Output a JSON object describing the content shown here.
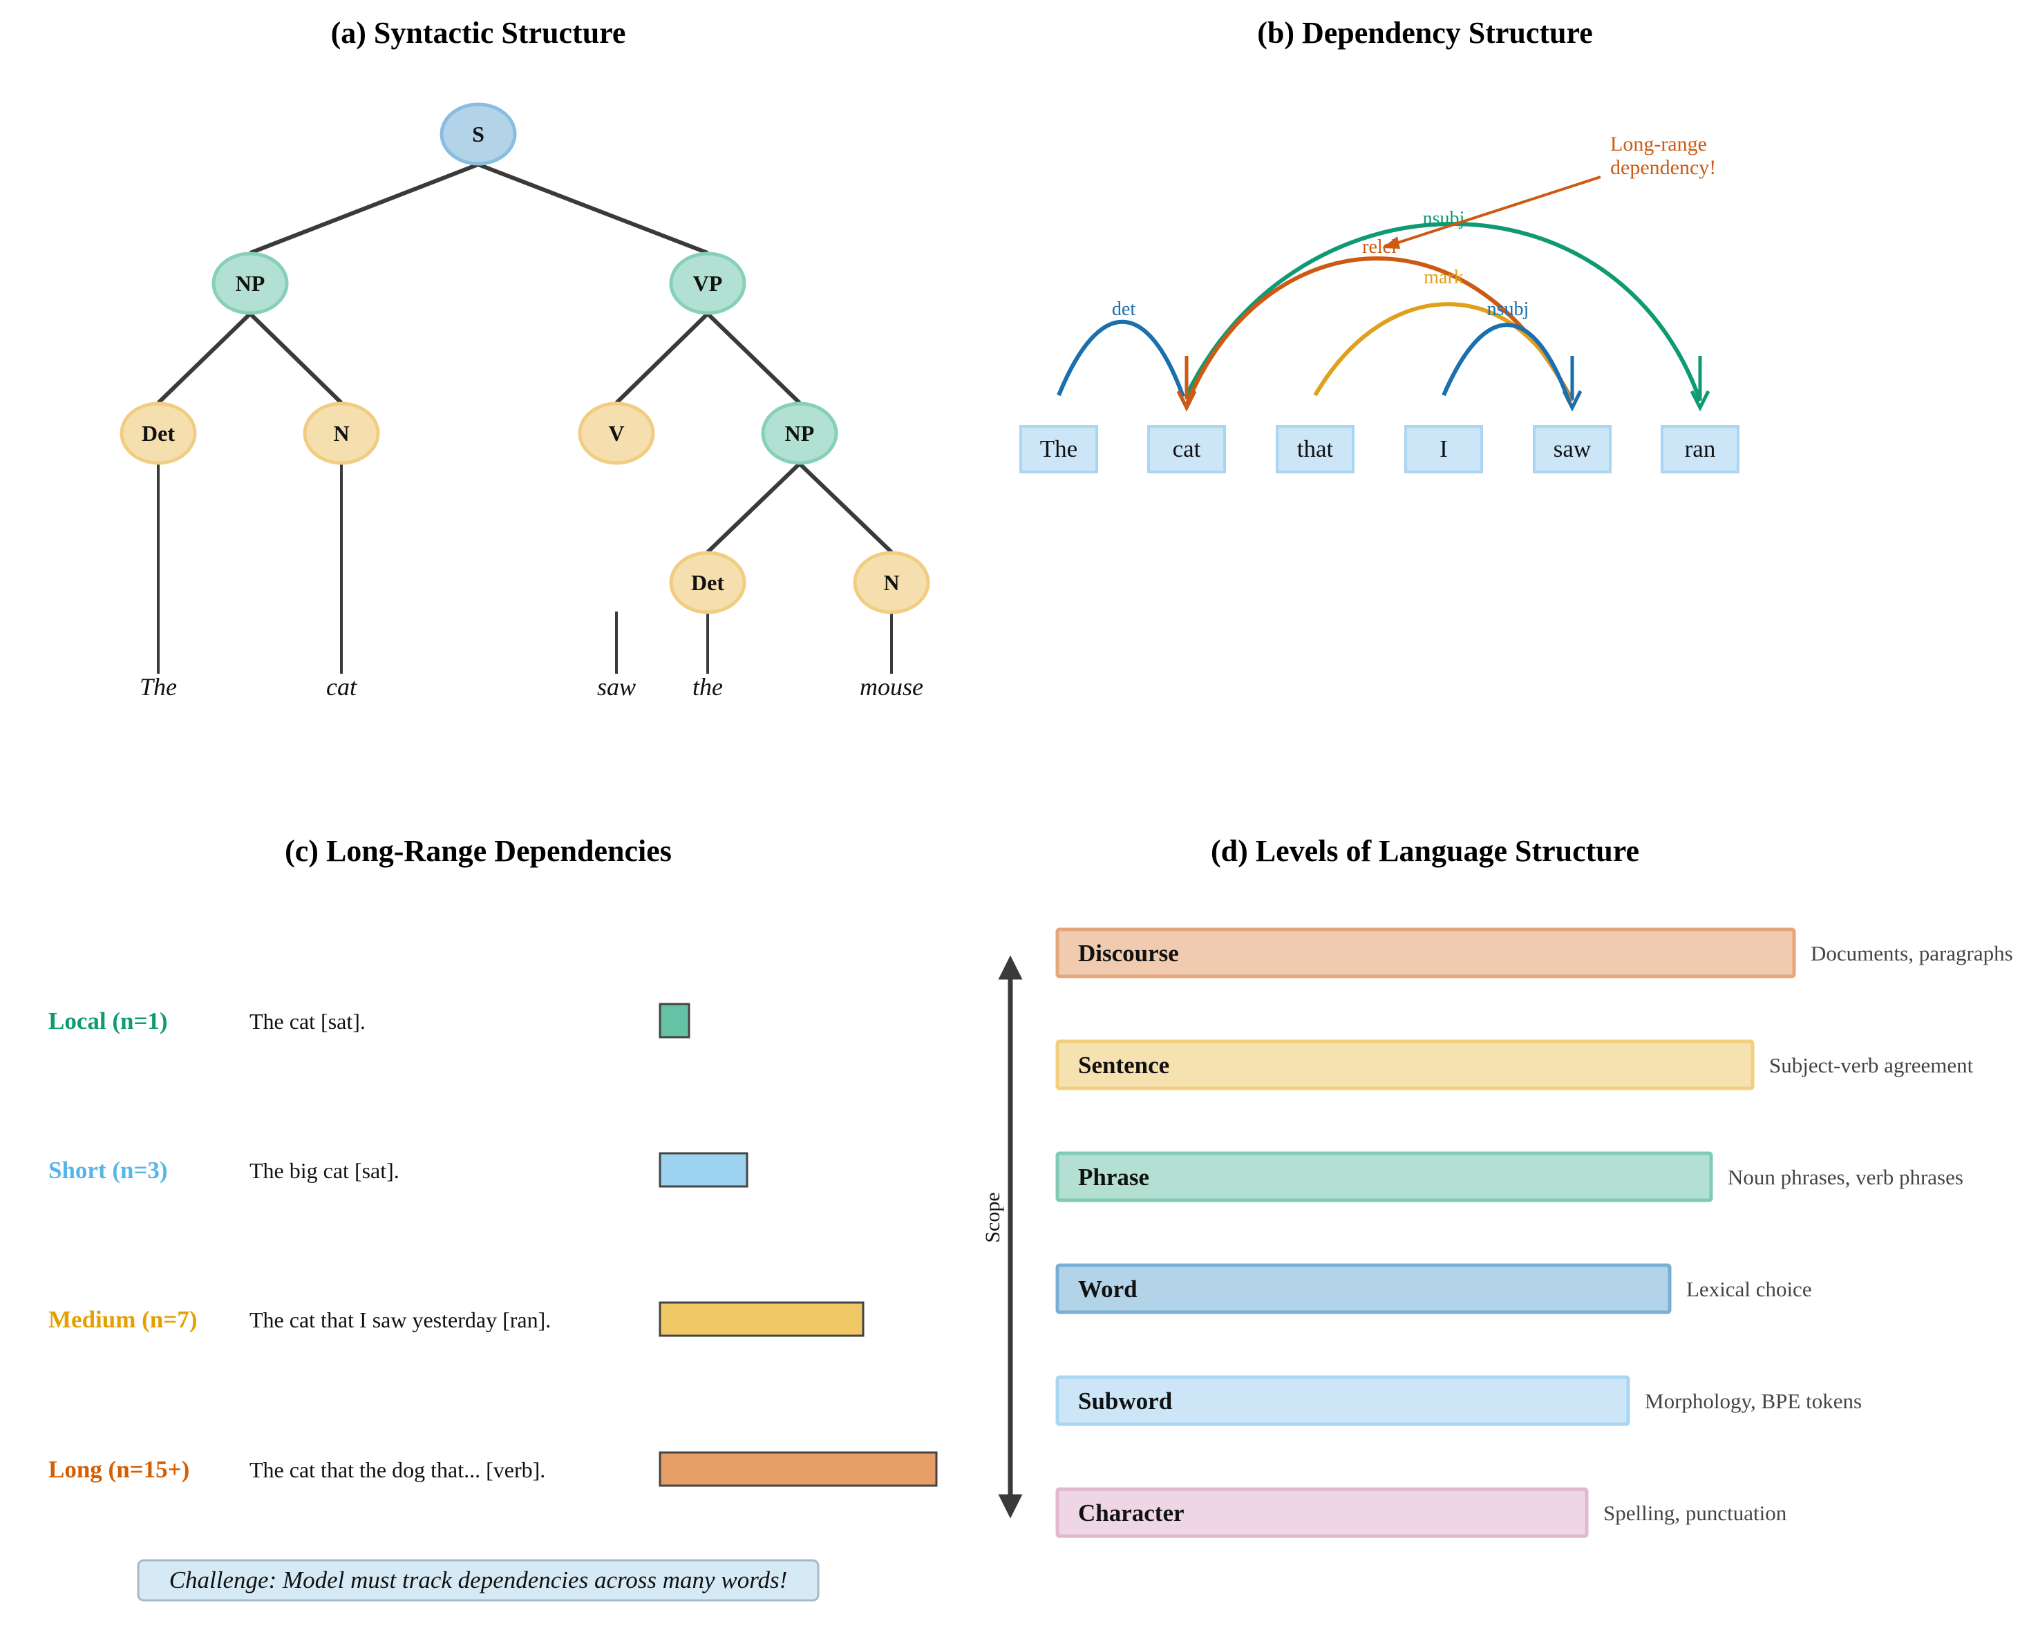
{
  "panel_a": {
    "title": "(a) Syntactic Structure",
    "nodes": {
      "s": "S",
      "np1": "NP",
      "vp": "VP",
      "det1": "Det",
      "n1": "N",
      "v": "V",
      "np2": "NP",
      "det2": "Det",
      "n2": "N"
    },
    "words": [
      "The",
      "cat",
      "saw",
      "the",
      "mouse"
    ],
    "colors": {
      "root": "#b3d3e8",
      "phrase": "#b2e1d3",
      "pos": "#f6dfae",
      "edge": "#3a3a3a"
    }
  },
  "panel_b": {
    "title": "(b) Dependency Structure",
    "tokens": [
      "The",
      "cat",
      "that",
      "I",
      "saw",
      "ran"
    ],
    "arcs": [
      {
        "label": "det",
        "color": "#1a6fae"
      },
      {
        "label": "nsubj",
        "color": "#0e9a73"
      },
      {
        "label": "relcl",
        "color": "#cc5a12"
      },
      {
        "label": "mark",
        "color": "#e0a01c"
      },
      {
        "label": "nsubj",
        "color": "#1a6fae"
      }
    ],
    "annotation": [
      "Long-range",
      "dependency!"
    ],
    "annotation_color": "#cc5a12"
  },
  "panel_c": {
    "title": "(c) Long-Range Dependencies",
    "rows": [
      {
        "label": "Local (n=1)",
        "example": "The cat [sat].",
        "n": 1,
        "color": "#0e9a73",
        "bar_color": "#66c2a5"
      },
      {
        "label": "Short (n=3)",
        "example": "The big cat [sat].",
        "n": 3,
        "color": "#56b4e9",
        "bar_color": "#9dd3f0"
      },
      {
        "label": "Medium (n=7)",
        "example": "The cat that I saw yesterday [ran].",
        "n": 7,
        "color": "#e69f00",
        "bar_color": "#f0c866"
      },
      {
        "label": "Long (n=15+)",
        "example": "The cat that the dog that... [verb].",
        "n": 15,
        "color": "#d55e00",
        "bar_color": "#e69e66"
      }
    ],
    "challenge": "Challenge: Model must track dependencies across many words!"
  },
  "panel_d": {
    "title": "(d) Levels of Language Structure",
    "axis_label": "Scope",
    "levels": [
      {
        "name": "Discourse",
        "desc": "Documents, paragraphs",
        "fill": "#f0cbaf",
        "stroke": "#e6a67a"
      },
      {
        "name": "Sentence",
        "desc": "Subject-verb agreement",
        "fill": "#f6e1b0",
        "stroke": "#f1cf7c"
      },
      {
        "name": "Phrase",
        "desc": "Noun phrases, verb phrases",
        "fill": "#b3e0d2",
        "stroke": "#7fcbb3"
      },
      {
        "name": "Word",
        "desc": "Lexical choice",
        "fill": "#b3d4e8",
        "stroke": "#78afd4"
      },
      {
        "name": "Subword",
        "desc": "Morphology, BPE tokens",
        "fill": "#cce6f8",
        "stroke": "#a9d6f3"
      },
      {
        "name": "Character",
        "desc": "Spelling, punctuation",
        "fill": "#eed6e4",
        "stroke": "#e2b7cf"
      }
    ]
  }
}
